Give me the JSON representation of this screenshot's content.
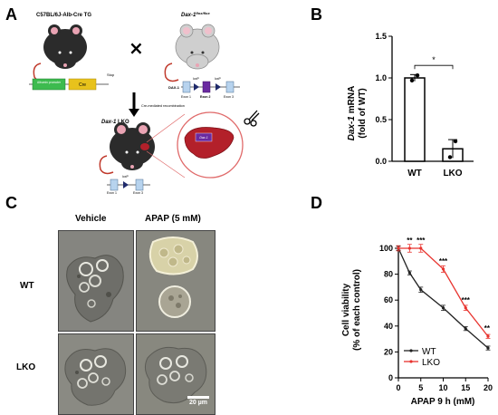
{
  "panels": {
    "a": "A",
    "b": "B",
    "c": "C",
    "d": "D"
  },
  "panelA": {
    "mouse1_label": "C57BL/6J-Alb-Cre TG",
    "mouse2_label": "Dax-1",
    "mouse2_sup": "flox/flox",
    "times": "×",
    "albumin": "Albumin promoter",
    "cre": "Cre",
    "stop": "Stop",
    "dax1": "DAX-1",
    "loxp": "loxP",
    "exon1": "Exon 1",
    "exon2": "Exon 2",
    "exon3": "Exon 3",
    "recomb": "Cre-mediated recombination",
    "lko_italic": "Dax-1",
    "lko_rest": " LKO",
    "liver_box": "Dax-1",
    "colors": {
      "green": "#3dbb4f",
      "yellow": "#e8c21c",
      "purple": "#6a2aa0",
      "exon": "#b7d3ee",
      "liver": "#b3202a",
      "loxp": "#1f2a6b",
      "circle": "#e06a6a"
    }
  },
  "chart_data": [
    {
      "type": "bar",
      "ylabel_italic": "Dax-1",
      "ylabel_rest": " mRNA",
      "ylabel2": "(fold of WT)",
      "categories": [
        "WT",
        "LKO"
      ],
      "values": [
        1.0,
        0.15
      ],
      "errors": [
        0.04,
        0.11
      ],
      "points": [
        [
          0.97,
          1.03
        ],
        [
          0.05,
          0.24
        ]
      ],
      "yticks": [
        "0.0",
        "0.5",
        "1.0",
        "1.5"
      ],
      "ylim": [
        0,
        1.5
      ],
      "significance": "*"
    },
    {
      "type": "line",
      "xlabel": "APAP 9 h (mM)",
      "ylabel": "Cell viability",
      "ylabel2": "(% of each control)",
      "x": [
        0,
        2.5,
        5,
        10,
        15,
        20
      ],
      "xticks": [
        "0",
        "5",
        "10",
        "15",
        "20"
      ],
      "yticks": [
        "0",
        "20",
        "40",
        "60",
        "80",
        "100"
      ],
      "xlim": [
        0,
        20
      ],
      "ylim": [
        0,
        100
      ],
      "series": [
        {
          "name": "WT",
          "color": "#222222",
          "values": [
            100,
            81,
            68,
            54,
            38,
            23
          ],
          "errors": [
            1.5,
            1.5,
            2,
            2,
            1.5,
            1.5
          ]
        },
        {
          "name": "LKO",
          "color": "#e8332e",
          "values": [
            100,
            100,
            100,
            84,
            54,
            32
          ],
          "errors": [
            2,
            3,
            3,
            2.5,
            2,
            1.5
          ]
        }
      ],
      "significance": [
        {
          "x": 2.5,
          "label": "**"
        },
        {
          "x": 5,
          "label": "***"
        },
        {
          "x": 10,
          "label": "***"
        },
        {
          "x": 15,
          "label": "***"
        },
        {
          "x": 20,
          "label": "**"
        }
      ]
    }
  ],
  "panelC": {
    "vehicle": "Vehicle",
    "apap": "APAP (5 mM)",
    "wt": "WT",
    "lko": "LKO",
    "scale": "20 µm"
  }
}
